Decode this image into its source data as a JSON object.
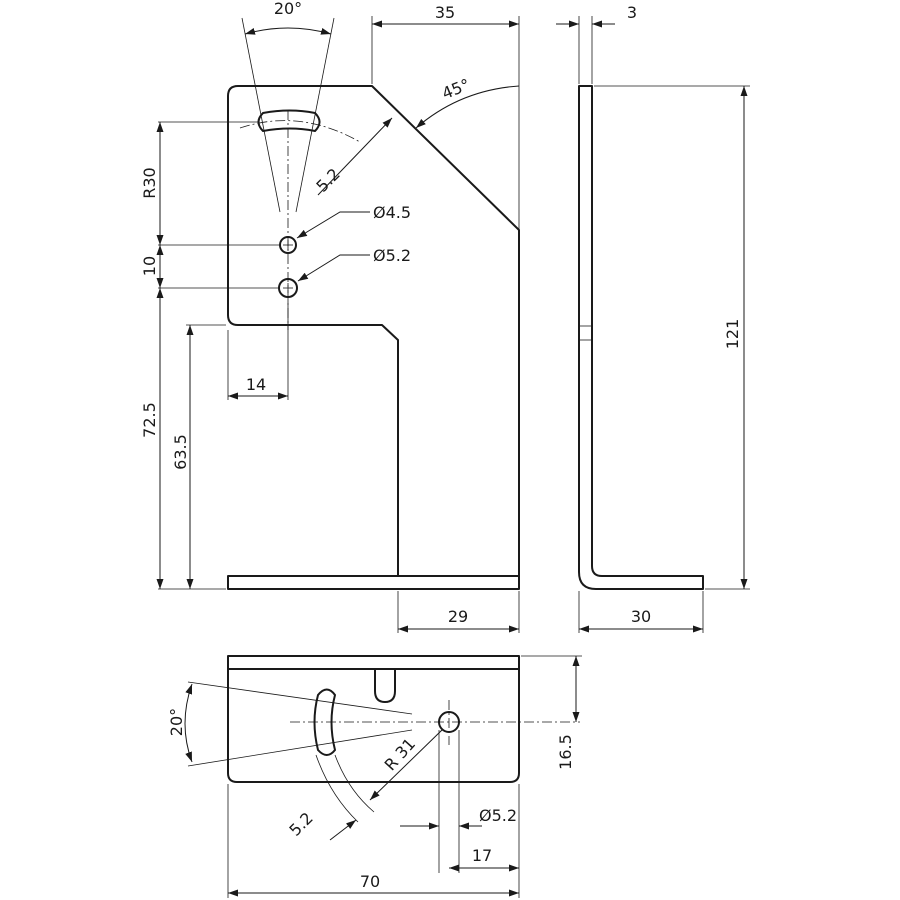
{
  "drawing": {
    "front_view": {
      "angle_top": "20°",
      "width_top": "35",
      "chamfer_angle": "45°",
      "slot_width": "5.2",
      "radius": "R30",
      "hole_small": "Ø4.5",
      "hole_large": "Ø5.2",
      "hole_spacing": "10",
      "hole_offset": "14",
      "height_to_hole": "72.5",
      "height_to_notch": "63.5",
      "foot_width": "29"
    },
    "side_view": {
      "thickness": "3",
      "height": "121",
      "foot_length": "30"
    },
    "bottom_view": {
      "angle": "20°",
      "radius": "R 31",
      "slot_width": "5.2",
      "hole": "Ø5.2",
      "depth": "16.5",
      "hole_offset": "17",
      "width": "70"
    }
  }
}
